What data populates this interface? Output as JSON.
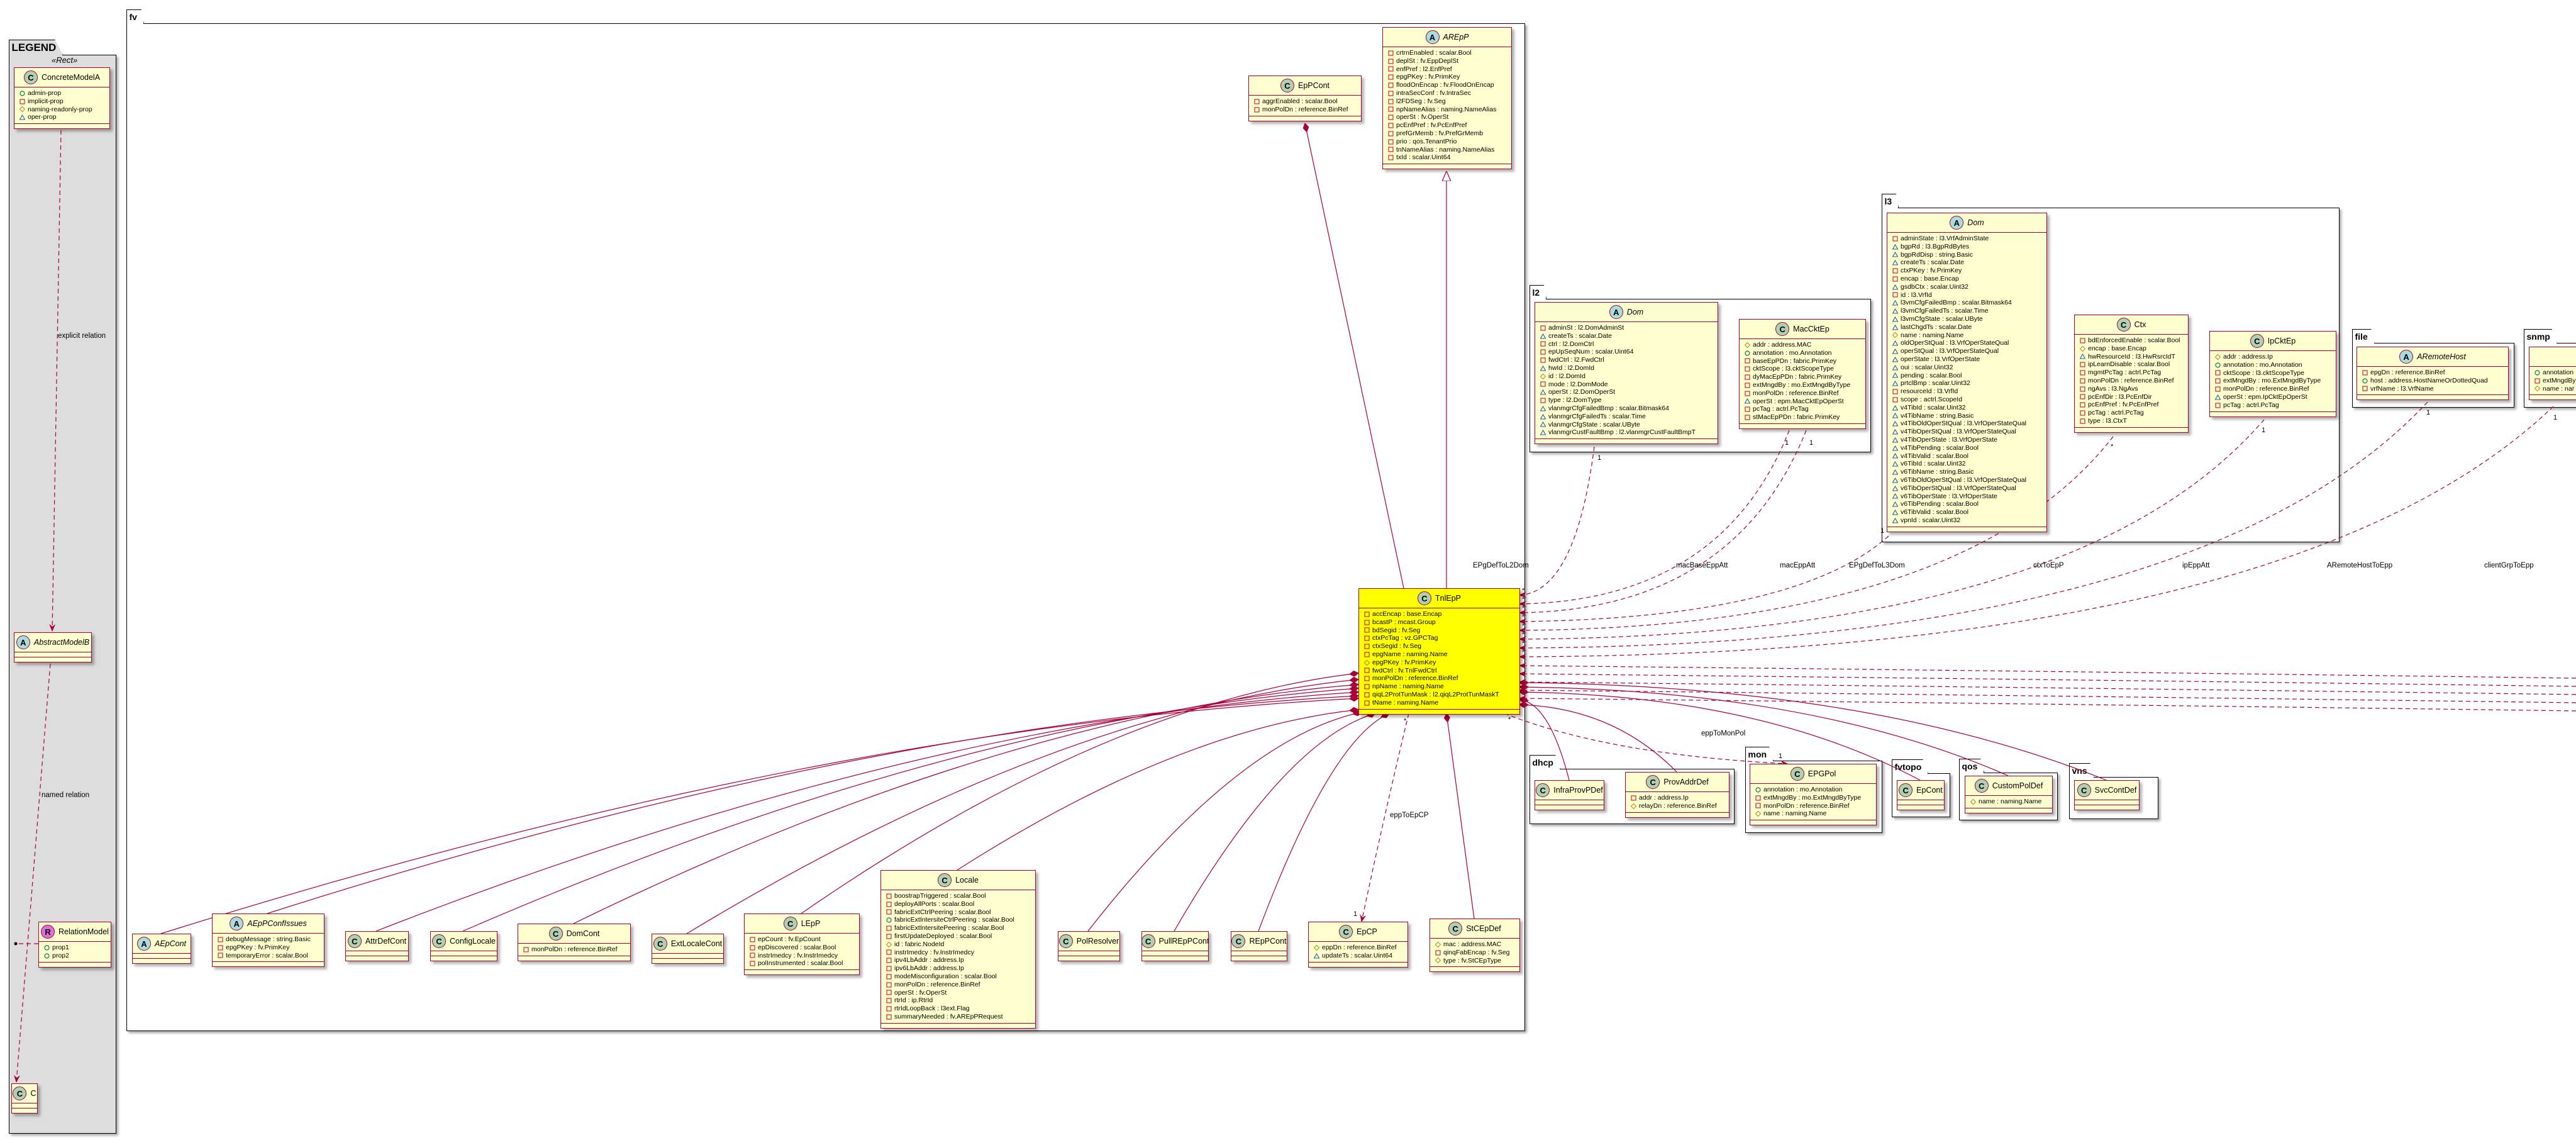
{
  "colors": {
    "border": "#A80036",
    "class_bg": "#FEFECE",
    "highlight_bg": "#FFFF00",
    "legend_bg": "#DDDDDD",
    "circle_class": "#ADD1B2",
    "circle_abstract": "#A9DCDF",
    "circle_relation": "#DA70D6"
  },
  "packages": {
    "legend": "LEGEND",
    "fv": "fv",
    "l2": "l2",
    "l3": "l3",
    "file": "file",
    "snmp": "snmp",
    "dhcp": "dhcp",
    "mon": "mon",
    "fvtopo": "fvtopo",
    "qos": "qos",
    "vns": "vns"
  },
  "legend": {
    "stereotype": "«Rect»",
    "explicit_label": "explicit relation",
    "named_label": "named relation"
  },
  "classes": {
    "concreteModelA": {
      "name": "ConcreteModelA",
      "kind": "C",
      "attrs": [
        [
          "+",
          "admin-prop"
        ],
        [
          "-",
          "implicit-prop"
        ],
        [
          "#",
          "naming-readonly-prop"
        ],
        [
          "~",
          "oper-prop"
        ]
      ]
    },
    "abstractModelB": {
      "name": "AbstractModelB",
      "kind": "A",
      "attrs": []
    },
    "relationModel": {
      "name": "RelationModel",
      "kind": "R",
      "attrs": [
        [
          "+",
          "prop1"
        ],
        [
          "+",
          "prop2"
        ]
      ]
    },
    "c": {
      "name": "C",
      "kind": "C",
      "attrs": []
    },
    "epPCont": {
      "name": "EpPCont",
      "kind": "C",
      "attrs": [
        [
          "-",
          "aggrEnabled : scalar.Bool"
        ],
        [
          "-",
          "monPolDn : reference.BinRef"
        ]
      ]
    },
    "arEpP": {
      "name": "AREpP",
      "kind": "A",
      "attrs": [
        [
          "-",
          "crtrnEnabled : scalar.Bool"
        ],
        [
          "-",
          "deplSt : fv.EppDeplSt"
        ],
        [
          "-",
          "enfPref : l2.EnfPref"
        ],
        [
          "-",
          "epgPKey : fv.PrimKey"
        ],
        [
          "-",
          "floodOnEncap : fv.FloodOnEncap"
        ],
        [
          "-",
          "intraSecConf : fv.IntraSec"
        ],
        [
          "-",
          "l2FDSeg : fv.Seg"
        ],
        [
          "-",
          "npNameAlias : naming.NameAlias"
        ],
        [
          "-",
          "operSt : fv.OperSt"
        ],
        [
          "-",
          "pcEnfPref : fv.PcEnfPref"
        ],
        [
          "-",
          "prefGrMemb : fv.PrefGrMemb"
        ],
        [
          "-",
          "prio : qos.TenantPrio"
        ],
        [
          "-",
          "tnNameAlias : naming.NameAlias"
        ],
        [
          "-",
          "txId : scalar.Uint64"
        ]
      ]
    },
    "tnlEpP": {
      "name": "TnlEpP",
      "kind": "C",
      "highlight": true,
      "attrs": [
        [
          "-",
          "accEncap : base.Encap"
        ],
        [
          "-",
          "bcastP : mcast.Group"
        ],
        [
          "-",
          "bdSegid : fv.Seg"
        ],
        [
          "-",
          "ctxPcTag : vz.GPCTag"
        ],
        [
          "-",
          "ctxSegid : fv.Seg"
        ],
        [
          "-",
          "epgName : naming.Name"
        ],
        [
          "#",
          "epgPKey : fv.PrimKey"
        ],
        [
          "-",
          "fwdCtrl : fv.TnlFwdCtrl"
        ],
        [
          "-",
          "monPolDn : reference.BinRef"
        ],
        [
          "-",
          "npName : naming.Name"
        ],
        [
          "-",
          "qiqL2ProtTunMask : l2.qiqL2ProtTunMaskT"
        ],
        [
          "-",
          "tName : naming.Name"
        ]
      ]
    },
    "l2Dom": {
      "name": "Dom",
      "kind": "A",
      "attrs": [
        [
          "-",
          "adminSt : l2.DomAdminSt"
        ],
        [
          "~",
          "createTs : scalar.Date"
        ],
        [
          "-",
          "ctrl : l2.DomCtrl"
        ],
        [
          "-",
          "epUpSeqNum : scalar.Uint64"
        ],
        [
          "-",
          "fwdCtrl : l2.FwdCtrl"
        ],
        [
          "~",
          "hwId : l2.DomId"
        ],
        [
          "#",
          "id : l2.DomId"
        ],
        [
          "-",
          "mode : l2.DomMode"
        ],
        [
          "~",
          "operSt : l2.DomOperSt"
        ],
        [
          "-",
          "type : l2.DomType"
        ],
        [
          "~",
          "vlanmgrCfgFailedBmp : scalar.Bitmask64"
        ],
        [
          "~",
          "vlanmgrCfgFailedTs : scalar.Time"
        ],
        [
          "~",
          "vlanmgrCfgState : scalar.UByte"
        ],
        [
          "~",
          "vlanmgrCustFaultBmp : l2.vlanmgrCustFaultBmpT"
        ]
      ]
    },
    "macCktEp": {
      "name": "MacCktEp",
      "kind": "C",
      "attrs": [
        [
          "#",
          "addr : address.MAC"
        ],
        [
          "+",
          "annotation : mo.Annotation"
        ],
        [
          "-",
          "baseEpPDn : fabric.PrimKey"
        ],
        [
          "-",
          "cktScope : l3.cktScopeType"
        ],
        [
          "-",
          "dyMacEpPDn : fabric.PrimKey"
        ],
        [
          "-",
          "extMngdBy : mo.ExtMngdByType"
        ],
        [
          "-",
          "monPolDn : reference.BinRef"
        ],
        [
          "~",
          "operSt : epm.MacCktEpOperSt"
        ],
        [
          "-",
          "pcTag : actrl.PcTag"
        ],
        [
          "-",
          "stMacEpPDn : fabric.PrimKey"
        ]
      ]
    },
    "l3Dom": {
      "name": "Dom",
      "kind": "A",
      "attrs": [
        [
          "-",
          "adminState : l3.VrfAdminState"
        ],
        [
          "~",
          "bgpRd : l3.BgpRdBytes"
        ],
        [
          "~",
          "bgpRdDisp : string.Basic"
        ],
        [
          "~",
          "createTs : scalar.Date"
        ],
        [
          "-",
          "ctxPKey : fv.PrimKey"
        ],
        [
          "-",
          "encap : base.Encap"
        ],
        [
          "~",
          "gsdbCtx : scalar.Uint32"
        ],
        [
          "-",
          "id : l3.VrfId"
        ],
        [
          "~",
          "l3vmCfgFailedBmp : scalar.Bitmask64"
        ],
        [
          "~",
          "l3vmCfgFailedTs : scalar.Time"
        ],
        [
          "~",
          "l3vmCfgState : scalar.UByte"
        ],
        [
          "~",
          "lastChgdTs : scalar.Date"
        ],
        [
          "#",
          "name : naming.Name"
        ],
        [
          "~",
          "oldOperStQual : l3.VrfOperStateQual"
        ],
        [
          "~",
          "operStQual : l3.VrfOperStateQual"
        ],
        [
          "~",
          "operState : l3.VrfOperState"
        ],
        [
          "~",
          "oui : scalar.Uint32"
        ],
        [
          "~",
          "pending : scalar.Bool"
        ],
        [
          "~",
          "prtclBmp : scalar.Uint32"
        ],
        [
          "-",
          "resourceId : l3.VrfId"
        ],
        [
          "-",
          "scope : actrl.ScopeId"
        ],
        [
          "~",
          "v4TibId : scalar.Uint32"
        ],
        [
          "~",
          "v4TibName : string.Basic"
        ],
        [
          "~",
          "v4TibOldOperStQual : l3.VrfOperStateQual"
        ],
        [
          "~",
          "v4TibOperStQual : l3.VrfOperStateQual"
        ],
        [
          "~",
          "v4TibOperState : l3.VrfOperState"
        ],
        [
          "~",
          "v4TibPending : scalar.Bool"
        ],
        [
          "~",
          "v4TibValid : scalar.Bool"
        ],
        [
          "~",
          "v6TibId : scalar.Uint32"
        ],
        [
          "~",
          "v6TibName : string.Basic"
        ],
        [
          "~",
          "v6TibOldOperStQual : l3.VrfOperStateQual"
        ],
        [
          "~",
          "v6TibOperStQual : l3.VrfOperStateQual"
        ],
        [
          "~",
          "v6TibOperState : l3.VrfOperState"
        ],
        [
          "~",
          "v6TibPending : scalar.Bool"
        ],
        [
          "~",
          "v6TibValid : scalar.Bool"
        ],
        [
          "~",
          "vpnId : scalar.Uint32"
        ]
      ]
    },
    "ctx": {
      "name": "Ctx",
      "kind": "C",
      "attrs": [
        [
          "-",
          "bdEnforcedEnable : scalar.Bool"
        ],
        [
          "#",
          "encap : base.Encap"
        ],
        [
          "~",
          "hwResourceId : l3.HwRsrcIdT"
        ],
        [
          "-",
          "ipLearnDisable : scalar.Bool"
        ],
        [
          "-",
          "mgmtPcTag : actrl.PcTag"
        ],
        [
          "-",
          "monPolDn : reference.BinRef"
        ],
        [
          "-",
          "ngAvs : l3.NgAvs"
        ],
        [
          "-",
          "pcEnfDir : l3.PcEnfDir"
        ],
        [
          "-",
          "pcEnfPref : fv.PcEnfPref"
        ],
        [
          "-",
          "pcTag : actrl.PcTag"
        ],
        [
          "-",
          "type : l3.CtxT"
        ]
      ]
    },
    "ipCktEp": {
      "name": "IpCktEp",
      "kind": "C",
      "attrs": [
        [
          "#",
          "addr : address.Ip"
        ],
        [
          "+",
          "annotation : mo.Annotation"
        ],
        [
          "-",
          "cktScope : l3.cktScopeType"
        ],
        [
          "-",
          "extMngdBy : mo.ExtMngdByType"
        ],
        [
          "-",
          "monPolDn : reference.BinRef"
        ],
        [
          "~",
          "operSt : epm.IpCktEpOperSt"
        ],
        [
          "-",
          "pcTag : actrl.PcTag"
        ]
      ]
    },
    "aRemoteHost": {
      "name": "ARemoteHost",
      "kind": "A",
      "attrs": [
        [
          "-",
          "epgDn : reference.BinRef"
        ],
        [
          "+",
          "host : address.HostNameOrDottedQuad"
        ],
        [
          "-",
          "vrfName : l3.VrfName"
        ]
      ]
    },
    "snmpClass": {
      "kind": "C",
      "attrs": [
        [
          "+",
          "annotation"
        ],
        [
          "-",
          "extMngdBy"
        ],
        [
          "#",
          "name : nar"
        ]
      ]
    },
    "aEpCont": {
      "name": "AEpCont",
      "kind": "A",
      "attrs": []
    },
    "aEpPConfIssues": {
      "name": "AEpPConfIssues",
      "kind": "A",
      "attrs": [
        [
          "-",
          "debugMessage : string.Basic"
        ],
        [
          "-",
          "epgPKey : fv.PrimKey"
        ],
        [
          "-",
          "temporaryError : scalar.Bool"
        ]
      ]
    },
    "attrDefCont": {
      "name": "AttrDefCont",
      "kind": "C",
      "attrs": []
    },
    "configLocale": {
      "name": "ConfigLocale",
      "kind": "C",
      "attrs": []
    },
    "domCont": {
      "name": "DomCont",
      "kind": "C",
      "attrs": [
        [
          "-",
          "monPolDn : reference.BinRef"
        ]
      ]
    },
    "extLocaleCont": {
      "name": "ExtLocaleCont",
      "kind": "C",
      "attrs": []
    },
    "lEpP": {
      "name": "LEpP",
      "kind": "C",
      "attrs": [
        [
          "-",
          "epCount : fv.EpCount"
        ],
        [
          "-",
          "epDiscovered : scalar.Bool"
        ],
        [
          "-",
          "instrImedcy : fv.InstrImedcy"
        ],
        [
          "-",
          "polInstrumented : scalar.Bool"
        ]
      ]
    },
    "locale": {
      "name": "Locale",
      "kind": "C",
      "attrs": [
        [
          "-",
          "boostrapTriggered : scalar.Bool"
        ],
        [
          "-",
          "deployAllPorts : scalar.Bool"
        ],
        [
          "-",
          "fabricExtCtrlPeering : scalar.Bool"
        ],
        [
          "+",
          "fabricExtIntersiteCtrlPeering : scalar.Bool"
        ],
        [
          "-",
          "fabricExtIntersitePeering : scalar.Bool"
        ],
        [
          "-",
          "firstUpdateDeployed : scalar.Bool"
        ],
        [
          "#",
          "id : fabric.NodeId"
        ],
        [
          "-",
          "instrImedcy : fv.InstrImedcy"
        ],
        [
          "-",
          "ipv4LbAddr : address.Ip"
        ],
        [
          "-",
          "ipv6LbAddr : address.Ip"
        ],
        [
          "-",
          "modeMisconfiguration : scalar.Bool"
        ],
        [
          "-",
          "monPolDn : reference.BinRef"
        ],
        [
          "-",
          "operSt : fv.OperSt"
        ],
        [
          "-",
          "rtrId : ip.RtrId"
        ],
        [
          "-",
          "rtrIdLoopBack : l3ext.Flag"
        ],
        [
          "-",
          "summaryNeeded : fv.AREpPRequest"
        ]
      ]
    },
    "polResolver": {
      "name": "PolResolver",
      "kind": "C",
      "attrs": []
    },
    "pullREpPCont": {
      "name": "PullREpPCont",
      "kind": "C",
      "attrs": []
    },
    "rEpPCont": {
      "name": "REpPCont",
      "kind": "C",
      "attrs": []
    },
    "epCP": {
      "name": "EpCP",
      "kind": "C",
      "attrs": [
        [
          "#",
          "eppDn : reference.BinRef"
        ],
        [
          "~",
          "updateTs : scalar.Uint64"
        ]
      ]
    },
    "stCEpDef": {
      "name": "StCEpDef",
      "kind": "C",
      "attrs": [
        [
          "#",
          "mac : address.MAC"
        ],
        [
          "-",
          "qinqFabEncap : fv.Seg"
        ],
        [
          "#",
          "type : fv.StCEpType"
        ]
      ]
    },
    "infraProvPDef": {
      "name": "InfraProvPDef",
      "kind": "C",
      "attrs": []
    },
    "provAddrDef": {
      "name": "ProvAddrDef",
      "kind": "C",
      "attrs": [
        [
          "-",
          "addr : address.Ip"
        ],
        [
          "#",
          "relayDn : reference.BinRef"
        ]
      ]
    },
    "epgPol": {
      "name": "EPGPol",
      "kind": "C",
      "attrs": [
        [
          "+",
          "annotation : mo.Annotation"
        ],
        [
          "-",
          "extMngdBy : mo.ExtMngdByType"
        ],
        [
          "-",
          "monPolDn : reference.BinRef"
        ],
        [
          "#",
          "name : naming.Name"
        ]
      ]
    },
    "epCont": {
      "name": "EpCont",
      "kind": "C",
      "attrs": []
    },
    "customPolDef": {
      "name": "CustomPolDef",
      "kind": "C",
      "attrs": [
        [
          "#",
          "name : naming.Name"
        ]
      ]
    },
    "svcContDef": {
      "name": "SvcContDef",
      "kind": "C",
      "attrs": []
    }
  },
  "relations": [
    {
      "label": "EPgDefToL2Dom",
      "src_mult": "1",
      "dst_mult": "*"
    },
    {
      "label": "macBaseEppAtt",
      "src_mult": "1",
      "dst_mult": "*"
    },
    {
      "label": "macEppAtt",
      "src_mult": "1",
      "dst_mult": "*"
    },
    {
      "label": "EPgDefToL3Dom",
      "src_mult": "1",
      "dst_mult": "*"
    },
    {
      "label": "ctxToEpP",
      "src_mult": "*",
      "dst_mult": "*"
    },
    {
      "label": "ipEppAtt",
      "src_mult": "1",
      "dst_mult": "*"
    },
    {
      "label": "ARemoteHostToEpp",
      "src_mult": "1",
      "dst_mult": "*"
    },
    {
      "label": "clientGrpToEpp",
      "src_mult": "1",
      "dst_mult": "*"
    },
    {
      "label": "eppToMonPol",
      "src_mult": "*",
      "dst_mult": "1"
    },
    {
      "label": "eppToEpCP",
      "src_mult": "*",
      "dst_mult": "1"
    }
  ]
}
